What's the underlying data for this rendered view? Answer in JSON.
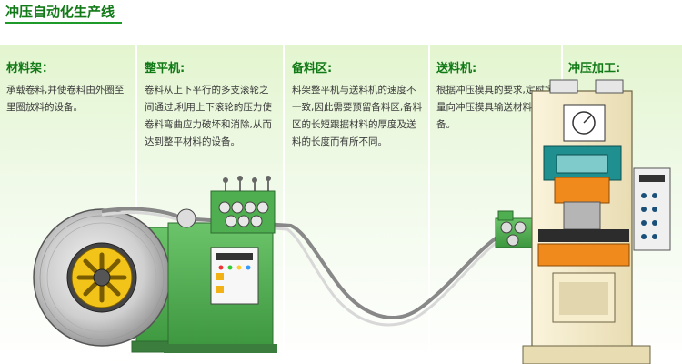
{
  "title": "冲压自动化生产线",
  "sections": [
    {
      "heading": "材料架：",
      "description": "承载卷料,并使卷料由外圈至里圈放料的设备。"
    },
    {
      "heading": "整平机:",
      "description": "卷料从上下平行的多支滚轮之间通过,利用上下滚轮的压力使卷料弯曲应力破坏和消除,从而达到整平材料的设备。"
    },
    {
      "heading": "备料区:",
      "description": "料架整平机与送料机的速度不一致,因此需要预留备料区,备料区的长短跟据材料的厚度及送料的长度而有所不同。"
    },
    {
      "heading": "送料机:",
      "description": "根据冲压模具的要求,定时定量向冲压模具输送材料的设备。"
    },
    {
      "heading": "冲压加工:",
      "description": ""
    }
  ],
  "colors": {
    "accent": "#117a17",
    "panel_bg": "#e3f5cf",
    "machine_green": "#4fae4f",
    "press_cream": "#f6edcc",
    "press_orange": "#f08a1c"
  },
  "icons": [
    "coil-reel",
    "leveler-rollers",
    "servo-feeder",
    "press-machine"
  ]
}
